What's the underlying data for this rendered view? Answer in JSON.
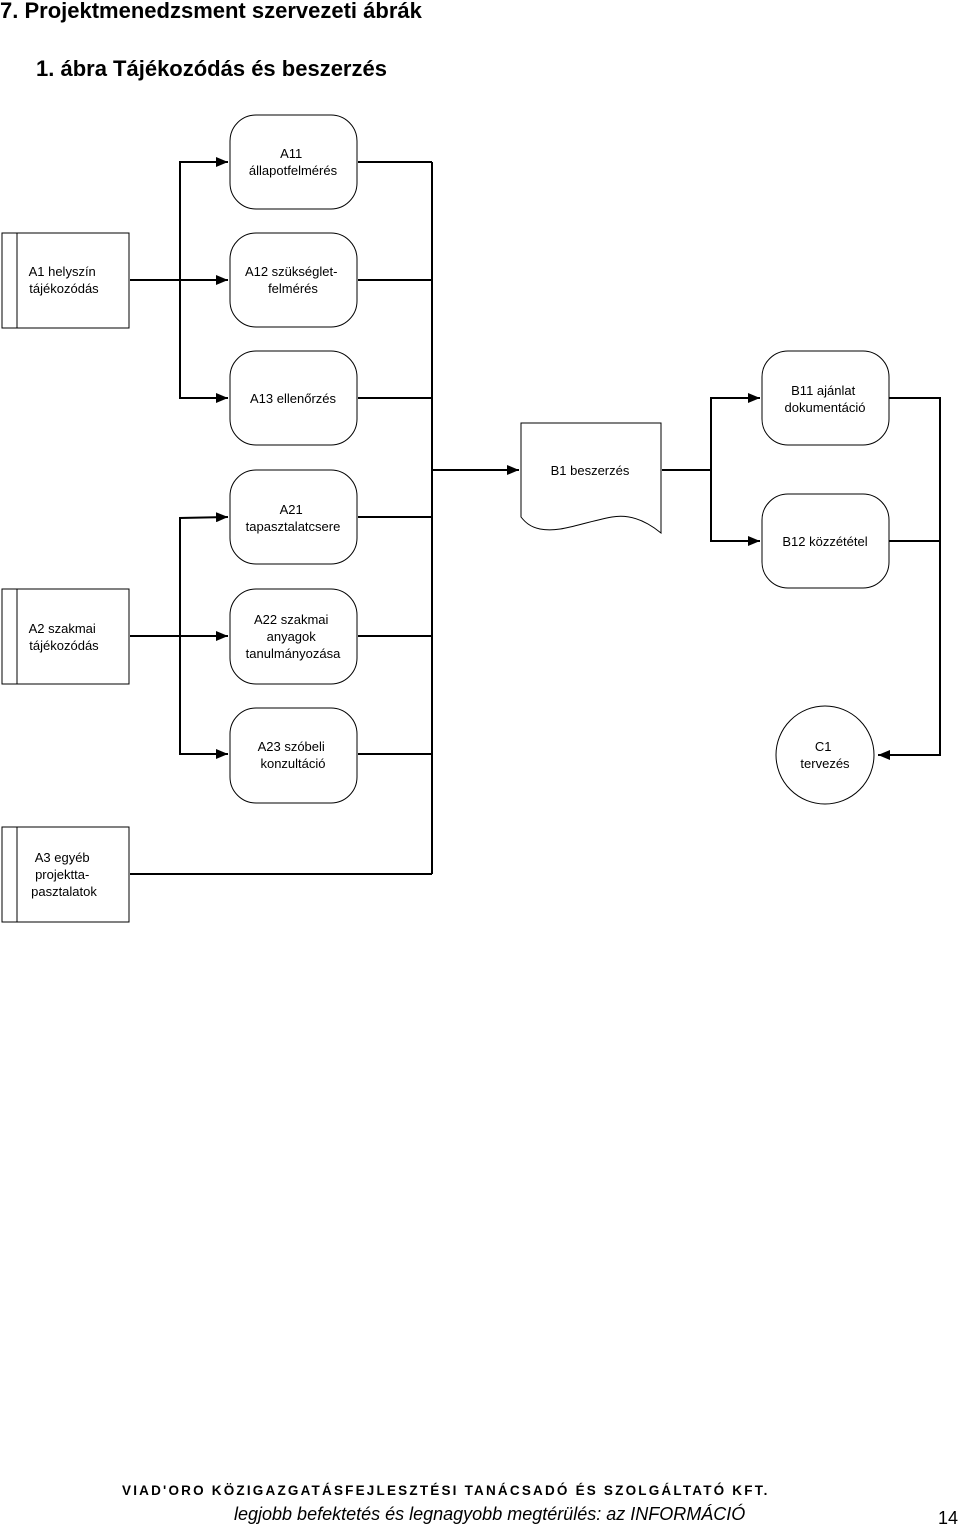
{
  "heading": "7. Projektmenedzsment szervezeti ábrák",
  "subheading": "1.  ábra Tájékozódás és beszerzés",
  "nodes": {
    "a1": [
      "A1 helyszín",
      "tájékozódás"
    ],
    "a2": [
      "A2 szakmai",
      "tájékozódás"
    ],
    "a3": [
      "A3 egyéb",
      "projektta-",
      "pasztalatok"
    ],
    "a11": [
      "A11",
      "állapotfelmérés"
    ],
    "a12": [
      "A12 szükséglet-",
      "felmérés"
    ],
    "a13": [
      "A13 ellenőrzés"
    ],
    "a21": [
      "A21",
      "tapasztalatcsere"
    ],
    "a22": [
      "A22 szakmai",
      "anyagok",
      "tanulmányozása"
    ],
    "a23": [
      "A23 szóbeli",
      "konzultáció"
    ],
    "b1": [
      "B1 beszerzés"
    ],
    "b11": [
      "B11 ajánlat",
      "dokumentáció"
    ],
    "b12": [
      "B12 közzététel"
    ],
    "c1": [
      "C1",
      "tervezés"
    ]
  },
  "footer": {
    "company": "VIAD'ORO KÖZIGAZGATÁSFEJLESZTÉSI TANÁCSADÓ ÉS SZOLGÁLTATÓ KFT.",
    "tagline": "legjobb befektetés és legnagyobb megtérülés: az INFORMÁCIÓ",
    "page_number": "14"
  }
}
